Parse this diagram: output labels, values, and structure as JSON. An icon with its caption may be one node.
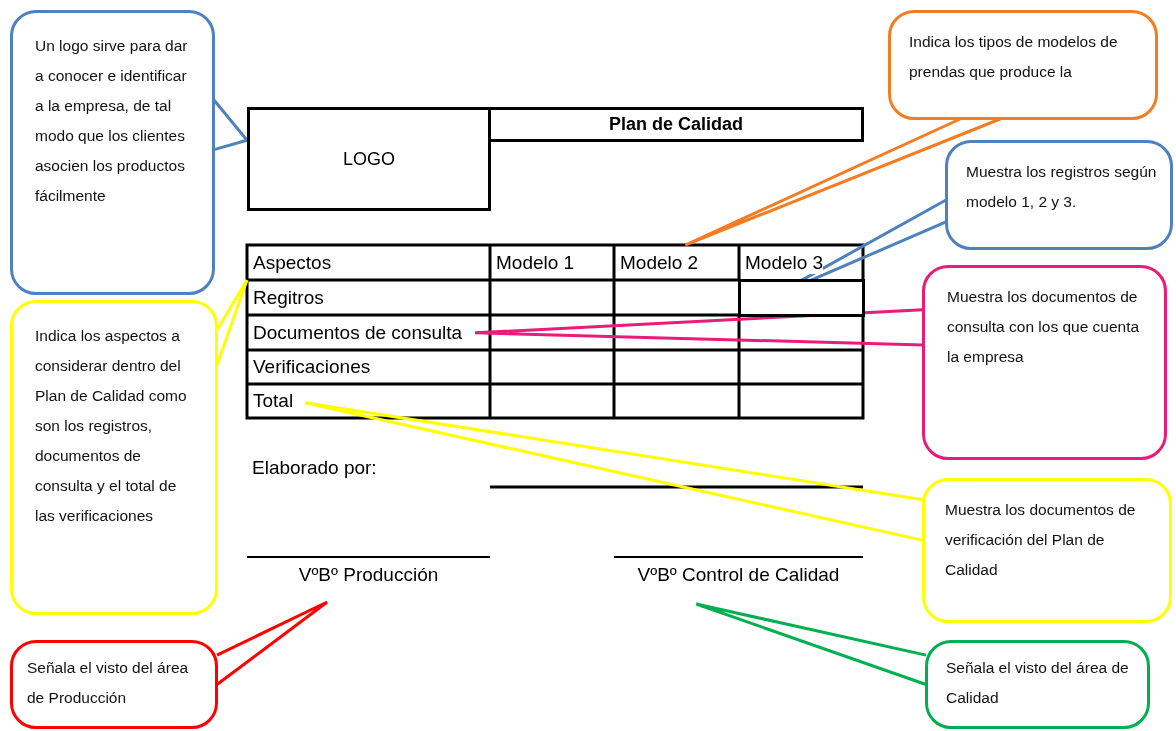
{
  "diagram": {
    "nodes": [
      {
        "text": [
          "Un logo sirve para dar a conocer e identificar a la empresa, de tal modo que los clientes asocien los productos fácilmente"
        ]
      },
      {
        "text": [
          "LOGO"
        ]
      },
      {
        "text": [
          "Plan de Calidad"
        ]
      },
      {
        "text": [
          "Indica los tipos de modelos de prendas que produce la"
        ]
      },
      {
        "text": [
          "Muestra los registros según modelo 1, 2 y 3."
        ]
      },
      {
        "text": [
          "Aspectos"
        ]
      },
      {
        "text": [
          "Modelo 2"
        ]
      },
      {
        "text": [],
        "shape": "box"
      },
      {
        "text": [
          "Muestra los documentos de consulta con los que cuenta la empresa"
        ]
      },
      {
        "text": [
          "Documentos de consulta"
        ]
      },
      {
        "text": [
          "Indica los aspectos a considerar dentro del Plan de Calidad como son los registros, documentos de consulta y el total de las verificaciones"
        ]
      },
      {
        "text": [
          "Total"
        ]
      },
      {
        "text": [
          "Muestra los documentos de verificación del Plan de Calidad"
        ]
      },
      {
        "text": [
          "VºBº Producción"
        ]
      },
      {
        "text": [
          "VºBº Control de Calidad"
        ]
      },
      {
        "text": [
          "Señala el visto del área de Producción"
        ]
      },
      {
        "text": [
          "Señala el visto del área de Calidad"
        ]
      }
    ],
    "edges": [
      {
        "from": 0,
        "to": 1,
        "arrow": "none",
        "color": "#4f81bd"
      },
      {
        "from": 3,
        "to": 6,
        "arrow": "none",
        "color": "#f57c20"
      },
      {
        "from": 4,
        "to": 7,
        "arrow": "none",
        "color": "#4f81bd"
      },
      {
        "from": 8,
        "to": 9,
        "arrow": "none",
        "color": "#ec1a78"
      },
      {
        "from": 10,
        "to": 5,
        "arrow": "none",
        "color": "#ffff00"
      },
      {
        "from": 12,
        "to": 11,
        "arrow": "none",
        "color": "#ffff00"
      },
      {
        "from": 15,
        "to": 13,
        "arrow": "none",
        "color": "#ff0000"
      },
      {
        "from": 16,
        "to": 14,
        "arrow": "none",
        "color": "#00b050"
      }
    ],
    "labels": [
      "Modelo 1",
      "Modelo 3",
      "Regitros",
      "Verificaciones",
      "Elaborado por:"
    ]
  }
}
